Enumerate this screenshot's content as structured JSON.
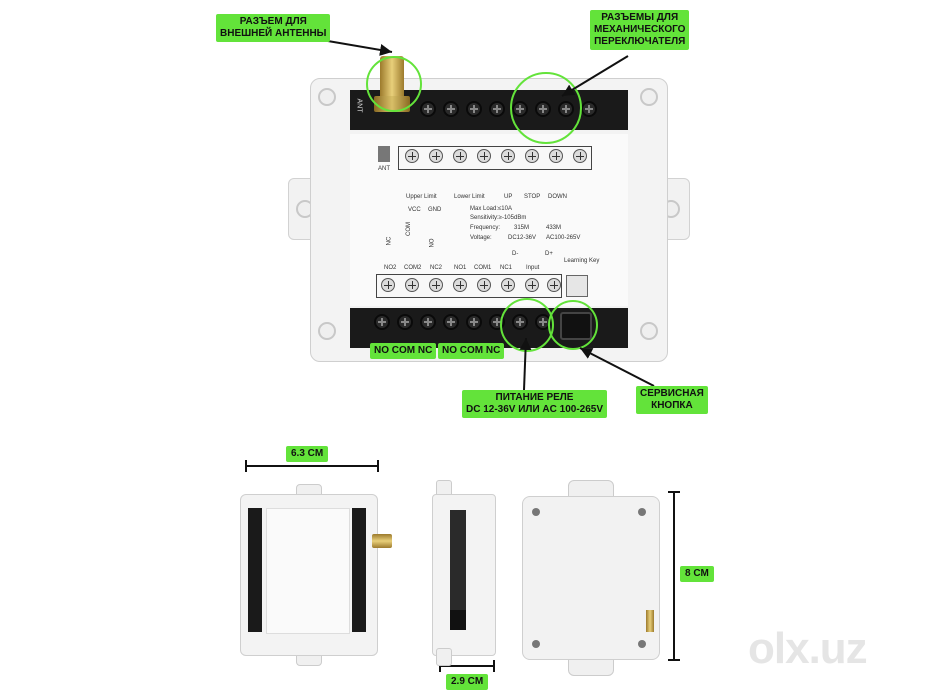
{
  "callouts": {
    "antenna": "РАЗЪЕМ ДЛЯ\nВНЕШНЕЙ АНТЕННЫ",
    "switch": "РАЗЪЕМЫ ДЛЯ\nМЕХАНИЧЕСКОГО\nПЕРЕКЛЮЧАТЕЛЯ",
    "no_com_nc_1": "NO COM NC",
    "no_com_nc_2": "NO COM NC",
    "power": "ПИТАНИЕ РЕЛЕ\nDC 12-36V ИЛИ AC 100-265V",
    "service": "СЕРВИСНАЯ\nКНОПКА"
  },
  "dimensions": {
    "width": "6.3 CM",
    "height": "8 CM",
    "depth": "2.9 CM"
  },
  "board": {
    "ant_label": "ANT",
    "ant_label2": "ANT",
    "upper_limit": "Upper Limit",
    "lower_limit": "Lower Limit",
    "up": "UP",
    "stop": "STOP",
    "down": "DOWN",
    "vcc": "VCC",
    "gnd": "GND",
    "nc": "NC",
    "com": "COM",
    "no": "NO",
    "max_load": "Max Load:≤10A",
    "sensitivity": "Sensitivity:≥-105dBm",
    "frequency": "Frequency:",
    "freq1": "315M",
    "freq2": "433M",
    "voltage": "Voltage:",
    "volt1": "DC12-36V",
    "volt2": "AC100-265V",
    "terminals": [
      "NO2",
      "COM2",
      "NC2",
      "NO1",
      "COM1",
      "NC1",
      "Input"
    ],
    "learning_key": "Learning Key",
    "d_minus": "D-",
    "d_plus": "D+"
  },
  "watermark": "olx.uz",
  "colors": {
    "accent": "#63e33a",
    "case": "#f2f2f2",
    "terminal": "#1a1a1a"
  }
}
